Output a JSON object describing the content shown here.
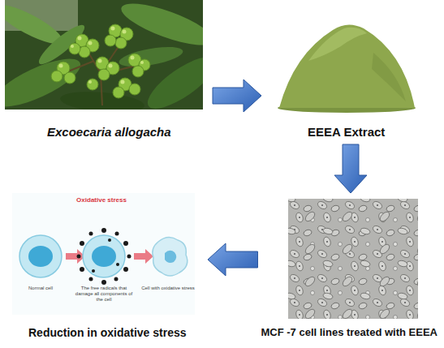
{
  "diagram": {
    "nodes": [
      {
        "text": [
          "Excoecaria allogacha"
        ]
      },
      {
        "text": [
          "EEEA Extract"
        ]
      },
      {
        "text": [
          "MCF -7 cell lines treated with EEEA"
        ]
      },
      {
        "text": [
          "Reduction in oxidative stress"
        ]
      }
    ],
    "edges": [
      {
        "from": 0,
        "to": 1,
        "arrow": "to"
      },
      {
        "from": 1,
        "to": 2,
        "arrow": "to"
      },
      {
        "from": 2,
        "to": 3,
        "arrow": "to"
      }
    ],
    "labels": [
      "Oxidative stress",
      "Normal cell",
      "The free radicals that damage all components of the cell",
      "Cell with oxidative stress"
    ]
  }
}
